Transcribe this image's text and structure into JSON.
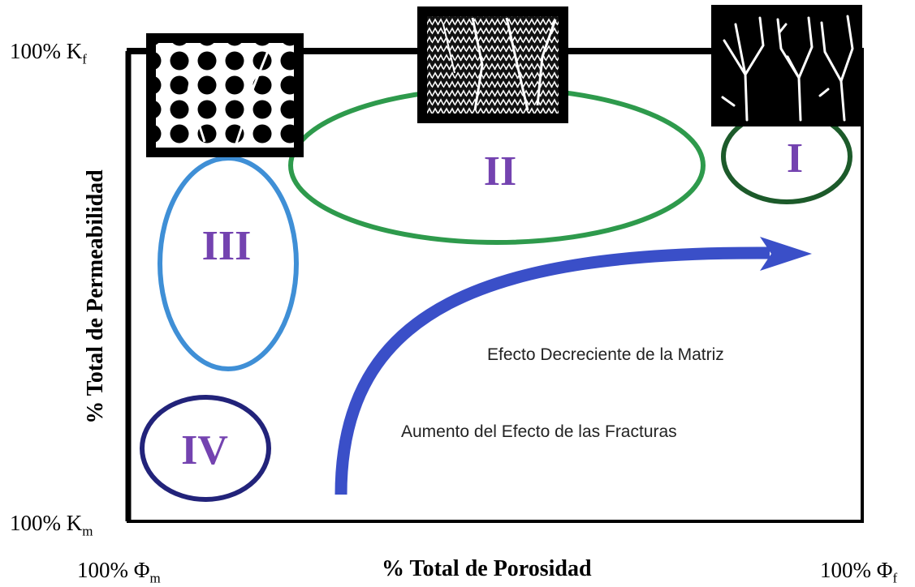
{
  "axes": {
    "y_top": {
      "main": "100% K",
      "sub": "f"
    },
    "y_bottom": {
      "main": "100% K",
      "sub": "m"
    },
    "x_left": {
      "main": "100% Φ",
      "sub": "m"
    },
    "x_right": {
      "main": "100% Φ",
      "sub": "f"
    },
    "y_title": "% Total de Permeabilidad",
    "x_title": "% Total de Porosidad"
  },
  "regions": [
    {
      "id": "I",
      "label": "I",
      "color": "#1c5a2a"
    },
    {
      "id": "II",
      "label": "II",
      "color": "#2e9a4c"
    },
    {
      "id": "III",
      "label": "III",
      "color": "#3f8fd6"
    },
    {
      "id": "IV",
      "label": "IV",
      "color": "#22237a"
    }
  ],
  "annotations": {
    "matrix_effect": "Efecto Decreciente de la Matriz",
    "fracture_effect": "Aumento del Efecto de las Fracturas"
  },
  "colors": {
    "arrow": "#3a4fc8",
    "region_label": "#7443b0",
    "frame": "#000000"
  }
}
